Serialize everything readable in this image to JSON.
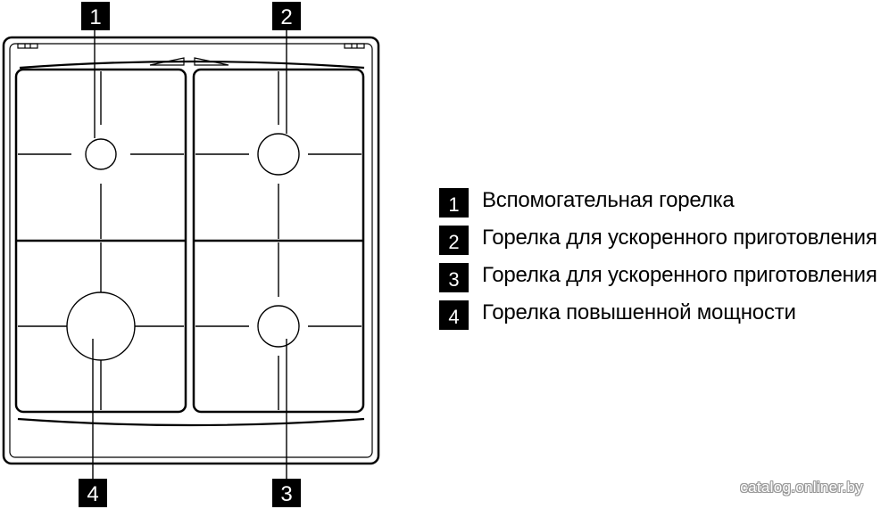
{
  "callouts": [
    {
      "number": "1"
    },
    {
      "number": "2"
    },
    {
      "number": "3"
    },
    {
      "number": "4"
    }
  ],
  "legend": [
    {
      "number": "1",
      "label": "Вспомогательная горелка"
    },
    {
      "number": "2",
      "label": "Горелка для ускоренного приготовления"
    },
    {
      "number": "3",
      "label": "Горелка для ускоренного приготовления"
    },
    {
      "number": "4",
      "label": "Горелка повышенной мощности"
    }
  ],
  "watermark": "catalog.onliner.by",
  "colors": {
    "ink": "#000000",
    "background": "#ffffff"
  }
}
